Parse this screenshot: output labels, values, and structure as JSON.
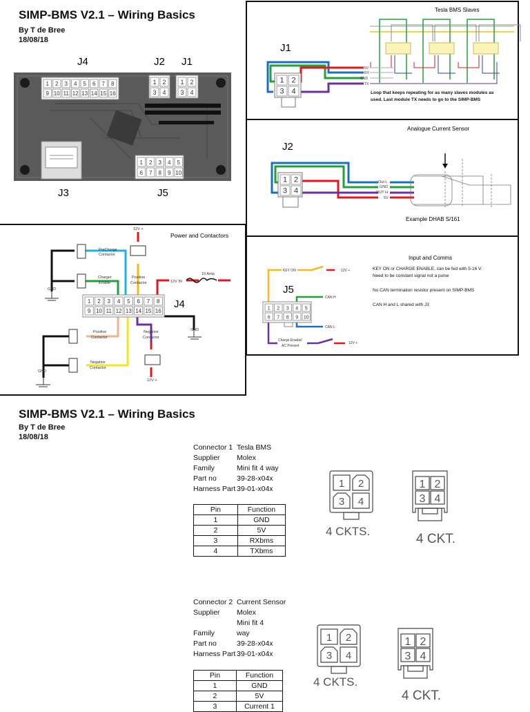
{
  "header": {
    "title": "SIMP-BMS V2.1 – Wiring Basics",
    "author": "By T de Bree",
    "date": "18/08/18"
  },
  "board": {
    "labels": {
      "j4": "J4",
      "j2": "J2",
      "j1": "J1",
      "j3": "J3",
      "j5": "J5"
    },
    "j4_top": [
      "1",
      "2",
      "3",
      "4",
      "5",
      "6",
      "7",
      "8"
    ],
    "j4_bottom": [
      "9",
      "10",
      "11",
      "12",
      "13",
      "14",
      "15",
      "16"
    ],
    "j5_top": [
      "1",
      "2",
      "3",
      "4",
      "5"
    ],
    "j5_bottom": [
      "6",
      "7",
      "8",
      "9",
      "10"
    ],
    "quad": [
      "1",
      "2",
      "3",
      "4"
    ]
  },
  "power": {
    "title": "Power and Contactors",
    "j4": "J4",
    "labels": {
      "precharge1": "PreCharge",
      "precharge2": "Contactor",
      "charger1": "Charger",
      "charger2": "Enable",
      "pos1": "Positive",
      "pos2": "Contactor",
      "twelve_top": "12V +",
      "twelve_in": "12V IN",
      "fuse": "10 Amp",
      "gnd": "GND",
      "poscont1": "Positive",
      "poscont2": "Contactor",
      "negcont1": "Negative",
      "negcont2": "Contactor",
      "neg1": "Negative",
      "neg2": "Contactor",
      "twelve_bottom": "12V +"
    }
  },
  "tesla": {
    "title": "Tesla BMS Slaves",
    "j1": "J1",
    "wires": [
      "5V",
      "RX",
      "GND",
      "TX"
    ],
    "note1": "Loop that keeps repeating for as many slaves modules as",
    "note2": "used. Last module TX needs to go to the SIMP-BMS"
  },
  "sensor": {
    "title": "Analogue Current Sensor",
    "j2": "J2",
    "wires": [
      "Out L",
      "GND",
      "OUT H",
      "5V"
    ],
    "caption": "Example DHAB S/161"
  },
  "comms": {
    "title": "Input and Comms",
    "j5": "J5",
    "key_on": "KEY ON",
    "v12a": "12V +",
    "can_h": "CAN H",
    "can_l": "CAN L",
    "charge1": "Charge Enable/",
    "charge2": "AC Present",
    "v12b": "12V +",
    "note1": "KEY ON or CHARGE ENABLE, can be fed with 5-16 V.",
    "note2": "Need to be constant signal not a pulse",
    "note3": "No CAN termination resistor present on SIMP-BMS",
    "note4": "CAN H and L shared with J3"
  },
  "doc": {
    "title": "SIMP-BMS V2.1 – Wiring Basics",
    "author": "By T de Bree",
    "date": "18/08/18",
    "ckts": "4 CKTS.",
    "ckt": "4 CKT.",
    "connector1": {
      "rows": [
        [
          "Connector 1",
          "Tesla BMS"
        ],
        [
          "Supplier",
          "Molex"
        ],
        [
          "Family",
          "Mini fit 4 way"
        ],
        [
          "Part no",
          "39-28-x04x"
        ],
        [
          "Harness Part",
          "39-01-x04x"
        ]
      ],
      "table_headers": [
        "Pin",
        "Function"
      ],
      "table": [
        [
          "1",
          "GND"
        ],
        [
          "2",
          "5V"
        ],
        [
          "3",
          "RXbms"
        ],
        [
          "4",
          "TXbms"
        ]
      ]
    },
    "connector2": {
      "rows": [
        [
          "Connector 2",
          "Current Sensor"
        ],
        [
          "Supplier",
          "Molex"
        ],
        [
          "",
          "Mini fit 4"
        ],
        [
          "Family",
          "way"
        ],
        [
          "Part no",
          "39-28-x04x"
        ],
        [
          "Harness Part",
          "39-01-x04x"
        ]
      ],
      "table_headers": [
        "Pin",
        "Function"
      ],
      "table": [
        [
          "1",
          "GND"
        ],
        [
          "2",
          "5V"
        ],
        [
          "3",
          "Current 1"
        ]
      ]
    }
  },
  "colors": {
    "red": "#e5161b",
    "blue": "#1a6fc0",
    "green": "#1fa13a",
    "purple": "#6a2fa0",
    "yellow": "#f5e51c",
    "orange": "#f6b91c",
    "cyan": "#1fb0e6",
    "peach": "#f0b48a",
    "board": "#575757"
  }
}
